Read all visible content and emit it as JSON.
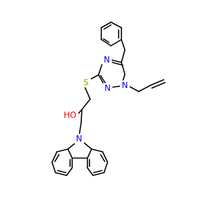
{
  "atoms": [
    {
      "id": "n_ring1",
      "label": "N",
      "color": "#0000ff"
    },
    {
      "id": "n_ring2",
      "label": "N",
      "color": "#0000ff"
    },
    {
      "id": "n_ring4",
      "label": "N",
      "color": "#0000ff"
    },
    {
      "id": "s_link",
      "label": "S",
      "color": "#b8a000"
    },
    {
      "id": "oh_group",
      "label": "HO",
      "color": "#ff0000"
    },
    {
      "id": "n_carbazole",
      "label": "N",
      "color": "#0000ff"
    }
  ]
}
